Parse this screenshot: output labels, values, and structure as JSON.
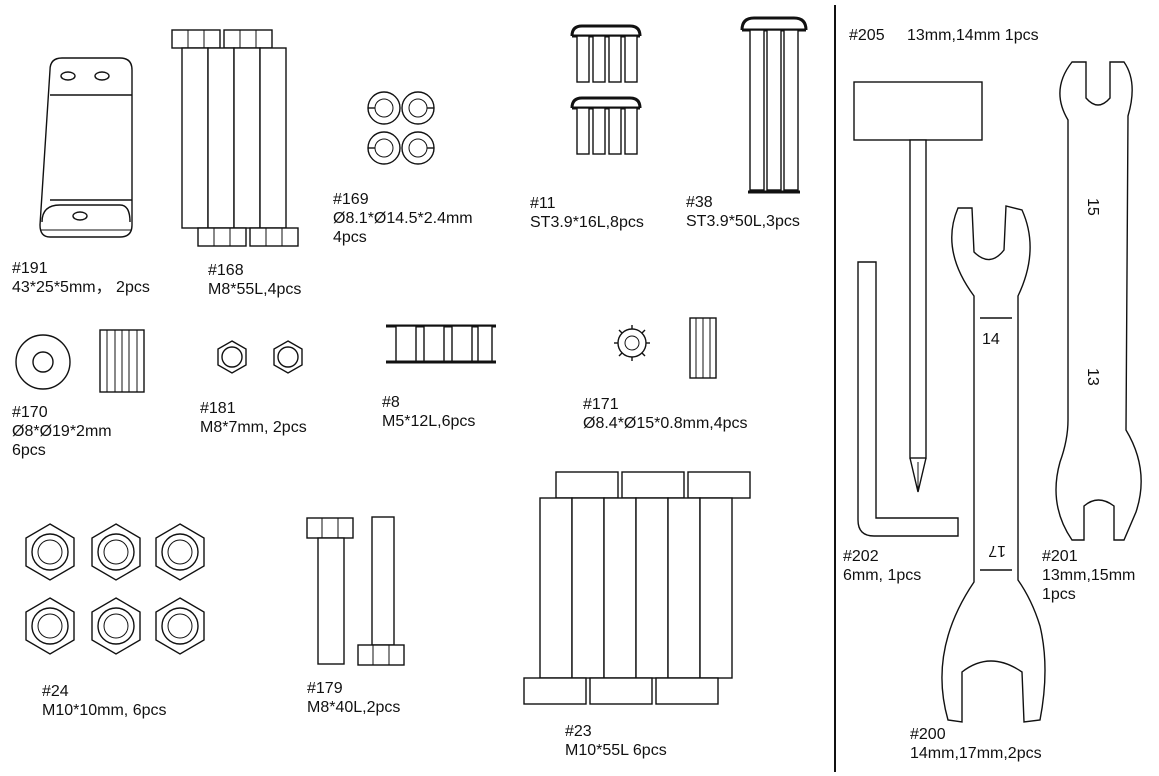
{
  "parts": [
    {
      "code": "#191",
      "spec": "43*25*5mm，  2pcs",
      "qty": ""
    },
    {
      "code": "#168",
      "spec": "M8*55L,4pcs",
      "qty": ""
    },
    {
      "code": "#169",
      "spec": "Ø8.1*Ø14.5*2.4mm",
      "qty": "4pcs"
    },
    {
      "code": "#11",
      "spec": "ST3.9*16L,8pcs",
      "qty": ""
    },
    {
      "code": "#38",
      "spec": "ST3.9*50L,3pcs",
      "qty": ""
    },
    {
      "code": "#170",
      "spec": "Ø8*Ø19*2mm",
      "qty": "6pcs"
    },
    {
      "code": "#181",
      "spec": "M8*7mm, 2pcs",
      "qty": ""
    },
    {
      "code": "#8",
      "spec": "M5*12L,6pcs",
      "qty": ""
    },
    {
      "code": "#171",
      "spec": "Ø8.4*Ø15*0.8mm,4pcs",
      "qty": ""
    },
    {
      "code": "#24",
      "spec": "M10*10mm, 6pcs",
      "qty": ""
    },
    {
      "code": "#179",
      "spec": "M8*40L,2pcs",
      "qty": ""
    },
    {
      "code": "#23",
      "spec": "M10*55L  6pcs",
      "qty": ""
    },
    {
      "code": "#205",
      "spec": "13mm,14mm 1pcs",
      "qty": ""
    },
    {
      "code": "#202",
      "spec": "6mm, 1pcs",
      "qty": ""
    },
    {
      "code": "#201",
      "spec": "13mm,15mm",
      "qty": "1pcs"
    },
    {
      "code": "#200",
      "spec": "14mm,17mm,2pcs",
      "qty": ""
    }
  ],
  "wrench_marks": {
    "w201_top": "15",
    "w201_bottom": "13",
    "w200_top": "14",
    "w200_bottom": "17"
  }
}
